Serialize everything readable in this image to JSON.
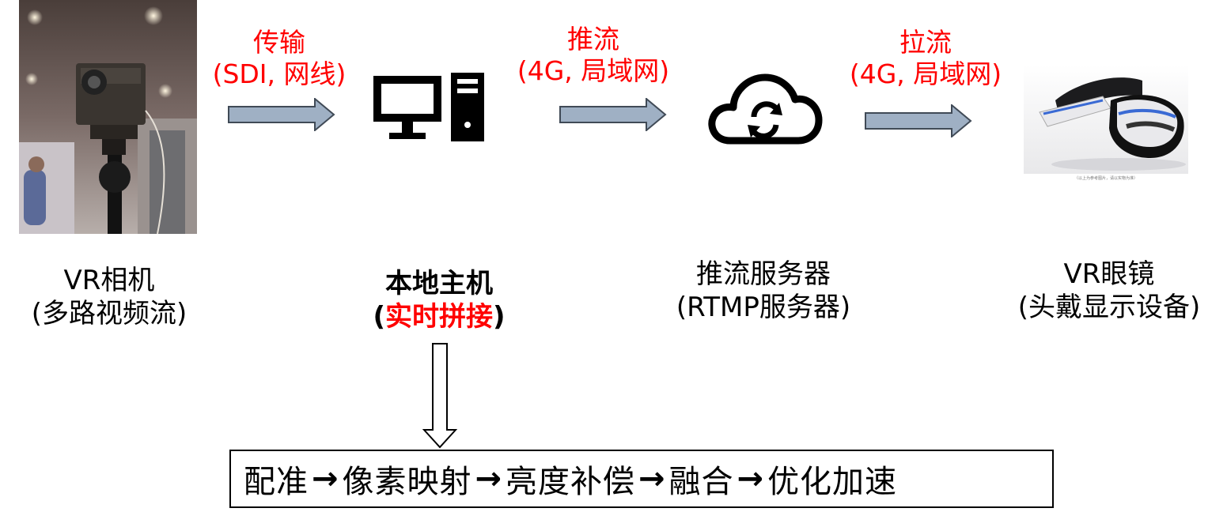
{
  "nodes": [
    {
      "id": "camera",
      "line1": "VR相机",
      "line2": "(多路视频流)"
    },
    {
      "id": "host",
      "line1": "本地主机",
      "line2_prefix": "(",
      "line2_highlight": "实时拼接",
      "line2_suffix": ")"
    },
    {
      "id": "server",
      "line1": "推流服务器",
      "line2": "(RTMP服务器)"
    },
    {
      "id": "headset",
      "line1": "VR眼镜",
      "line2": "(头戴显示设备)"
    }
  ],
  "edges": [
    {
      "from": "camera",
      "to": "host",
      "line1": "传输",
      "line2": "(SDI, 网线)"
    },
    {
      "from": "host",
      "to": "server",
      "line1": "推流",
      "line2": "(4G, 局域网)"
    },
    {
      "from": "server",
      "to": "headset",
      "line1": "拉流",
      "line2": "(4G, 局域网)"
    }
  ],
  "pipeline": {
    "steps": [
      "配准",
      "像素映射",
      "亮度补偿",
      "融合",
      "优化加速"
    ],
    "separator": "→"
  },
  "icons": {
    "camera": "vr-camera-photo",
    "host": "desktop-computer-icon",
    "server": "cloud-sync-icon",
    "headset": "vr-headset-photo"
  },
  "headset_image_caption": "（以上为参考图片，请以实物为准）",
  "colors": {
    "highlight": "#ff0000",
    "arrow_fill": "#9fb0c4",
    "arrow_stroke": "#404a56"
  }
}
